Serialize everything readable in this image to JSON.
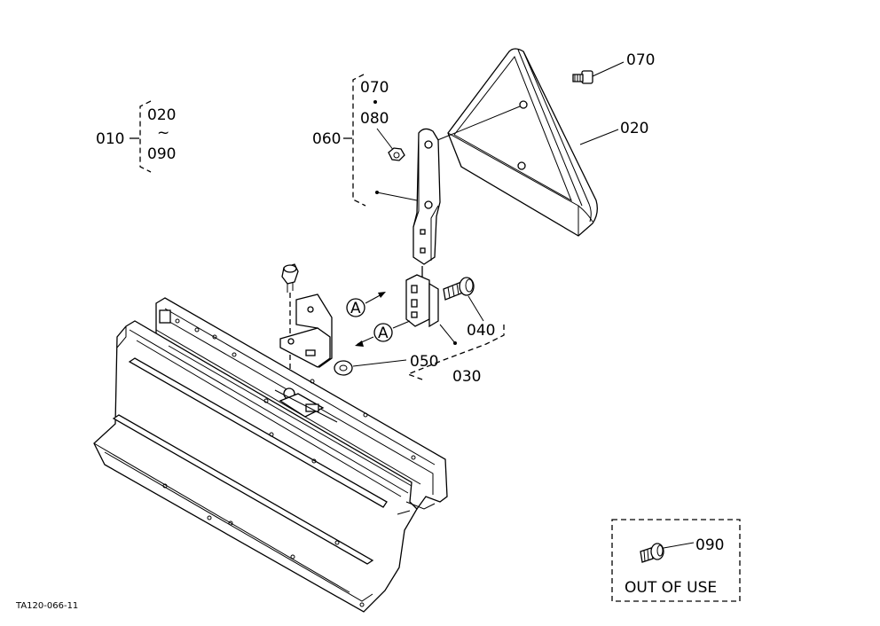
{
  "labels": {
    "group_010": "010",
    "group_010_from": "020",
    "group_010_tilde": "~",
    "group_010_to": "090",
    "part_060": "060",
    "part_070_top": "070",
    "part_080": "080",
    "part_070_right": "070",
    "part_020": "020",
    "part_040": "040",
    "part_050": "050",
    "part_030": "030",
    "view_a_1": "A",
    "view_a_2": "A",
    "part_090": "090",
    "out_of_use": "OUT OF USE",
    "drawing_code": "TA120-066-11"
  }
}
